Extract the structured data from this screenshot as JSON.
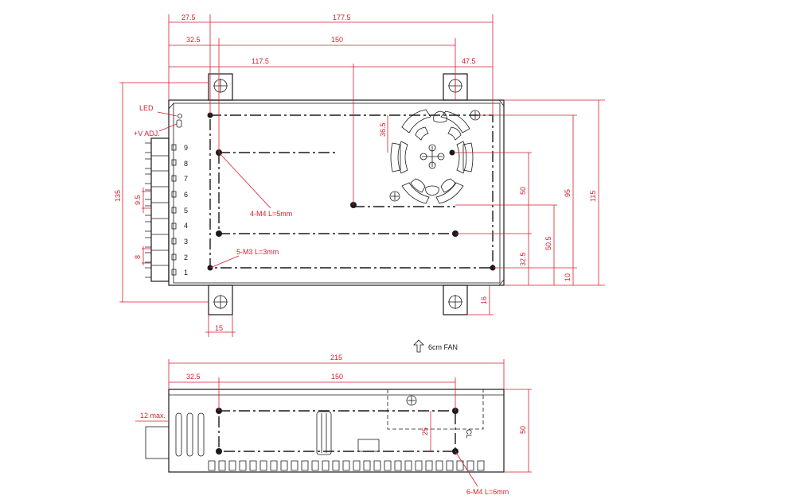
{
  "top_dims": {
    "d1": "27.5",
    "d2": "177.5",
    "d3": "32.5",
    "d4": "150",
    "d5": "117.5",
    "d6": "47.5"
  },
  "right_dims": {
    "d1": "36.5",
    "d2": "50",
    "d3": "95",
    "d4": "115",
    "d5": "50.5",
    "d6": "32.5",
    "d7": "10",
    "d8": "16"
  },
  "left_dims": {
    "d1": "135",
    "d2": "9.5",
    "d3": "8"
  },
  "bottom_dims": {
    "d1": "15"
  },
  "labels": {
    "led": "LED",
    "vadj": "+V ADJ.",
    "m4": "4-M4 L=5mm",
    "m3": "5-M3 L=3mm",
    "fan": "6cm FAN",
    "m4_side": "6-M4 L=6mm",
    "max12": "12 max."
  },
  "terminals": [
    "9",
    "8",
    "7",
    "6",
    "5",
    "4",
    "3",
    "2",
    "1"
  ],
  "side_dims": {
    "d1": "215",
    "d2": "32.5",
    "d3": "150",
    "d4": "50",
    "d5": "25"
  },
  "colors": {
    "dimension": "#d81e2c",
    "outline": "#1a1a1a"
  }
}
